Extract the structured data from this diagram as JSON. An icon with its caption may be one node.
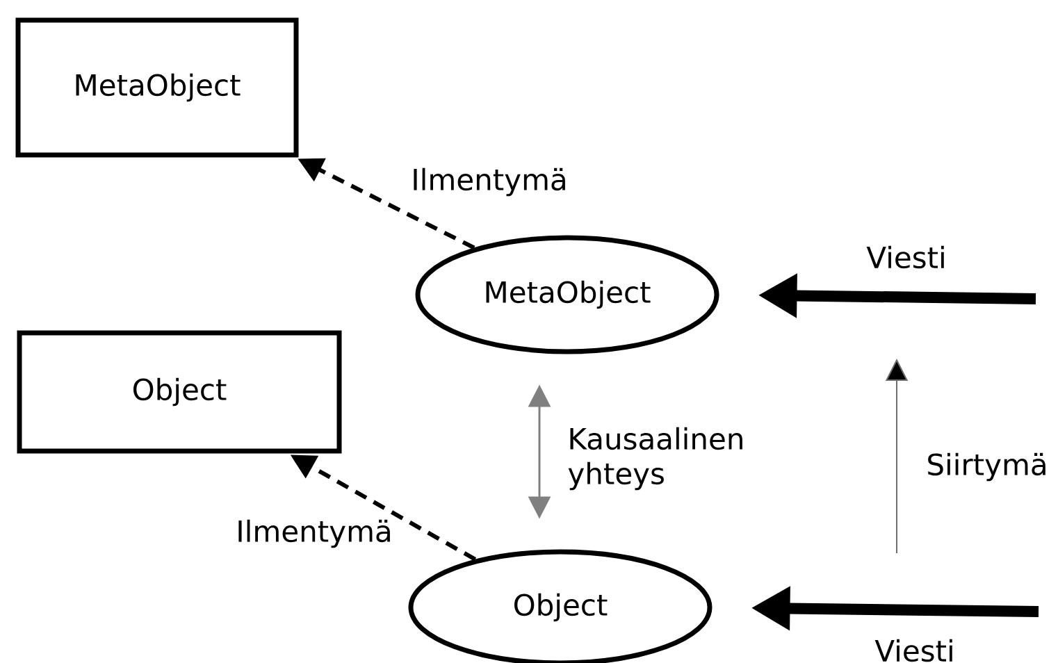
{
  "diagram": {
    "nodes": [
      {
        "text": [
          "MetaObject"
        ]
      },
      {
        "text": [
          "Object"
        ]
      },
      {
        "text": [
          "MetaObject"
        ]
      },
      {
        "text": [
          "Object"
        ]
      }
    ],
    "edges": [
      {
        "from": 2,
        "to": 0,
        "arrow": "to",
        "style": "dashed",
        "label": "Ilmentymä"
      },
      {
        "from": 3,
        "to": 1,
        "arrow": "to",
        "style": "dashed",
        "label": "Ilmentymä"
      },
      {
        "from": 2,
        "to": 3,
        "arrow": "both",
        "color": "#808080",
        "label": "Kausaalinen yhteys"
      },
      {
        "from": null,
        "to": 2,
        "arrow": "to",
        "style": "thick",
        "label": "Viesti"
      },
      {
        "from": null,
        "to": 3,
        "arrow": "to",
        "style": "thick",
        "label": "Viesti"
      }
    ],
    "labels": [
      "Siirtymä"
    ]
  }
}
